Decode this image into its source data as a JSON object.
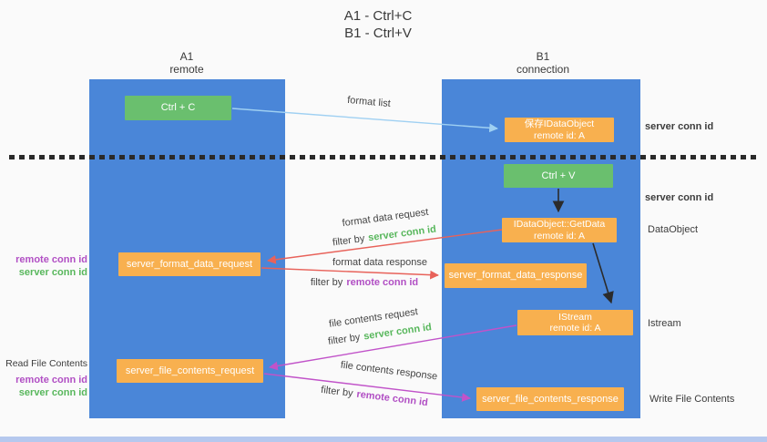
{
  "title": {
    "line1": "A1 - Ctrl+C",
    "line2": "B1 - Ctrl+V"
  },
  "lanes": {
    "a1": {
      "name": "A1",
      "role": "remote"
    },
    "b1": {
      "name": "B1",
      "role": "connection"
    }
  },
  "boxes": {
    "ctrl_c": "Ctrl + C",
    "ctrl_v": "Ctrl + V",
    "save_idataobject": {
      "title": "保存IDataObject",
      "subtitle": "remote id: A"
    },
    "idataobject_getdata": {
      "title": "IDataObject::GetData",
      "subtitle": "remote id: A"
    },
    "istream": {
      "title": "IStream",
      "subtitle": "remote id: A"
    },
    "server_format_data_request": "server_format_data_request",
    "server_format_data_response": "server_format_data_response",
    "server_file_contents_request": "server_file_contents_request",
    "server_file_contents_response": "server_file_contents_response"
  },
  "arrow_labels": {
    "format_list": "format list",
    "format_data_request": "format data request",
    "format_data_response": "format data response",
    "file_contents_request": "file contents request",
    "file_contents_response": "file contents response",
    "filter_by": "filter by",
    "server_conn_id": "server conn id",
    "remote_conn_id": "remote conn id"
  },
  "side_labels": {
    "server_conn_id_top": "server conn id",
    "server_conn_id_middle": "server conn id",
    "dataobject": "DataObject",
    "istream": "Istream",
    "write_file_contents": "Write File Contents",
    "read_file_contents": "Read File Contents",
    "remote_conn_id_left_top": "remote conn id",
    "server_conn_id_left_top": "server conn id",
    "remote_conn_id_left_bottom": "remote conn id",
    "server_conn_id_left_bottom": "server conn id"
  },
  "colors": {
    "lane_fill": "#4a86d8",
    "green_box": "#6abf6e",
    "orange_box": "#f8b04f",
    "light_blue_arrow": "#9fd0f2",
    "red_arrow": "#e8625a",
    "magenta_arrow": "#c153c9",
    "black_arrow": "#2b2b2b",
    "green_text": "#58b75c",
    "purple_text": "#b14fc4"
  }
}
